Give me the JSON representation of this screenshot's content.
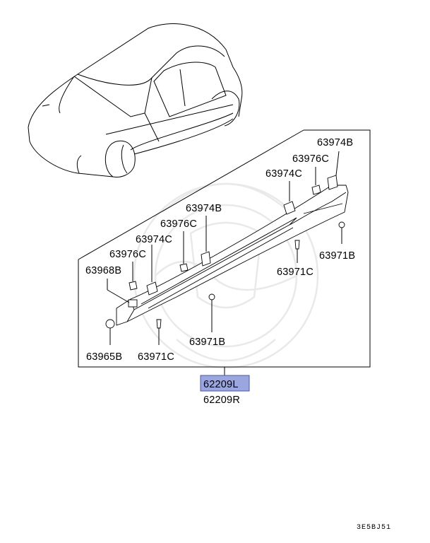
{
  "diagram": {
    "diagram_code": "3E5BJ51",
    "selected_part": "62209L",
    "other_side_part": "62209R",
    "highlight_color": "#9aa6e0",
    "callouts": {
      "c_63974B_top": "63974B",
      "c_63976C_top": "63976C",
      "c_63974C_top": "63974C",
      "c_63974B_mid": "63974B",
      "c_63976C_mid": "63976C",
      "c_63974C_mid": "63974C",
      "c_63976C_low": "63976C",
      "c_63968B": "63968B",
      "c_63971B_right": "63971B",
      "c_63971C_right": "63971C",
      "c_63971B_bottom": "63971B",
      "c_63965B": "63965B",
      "c_63971C_bottom": "63971C"
    }
  }
}
